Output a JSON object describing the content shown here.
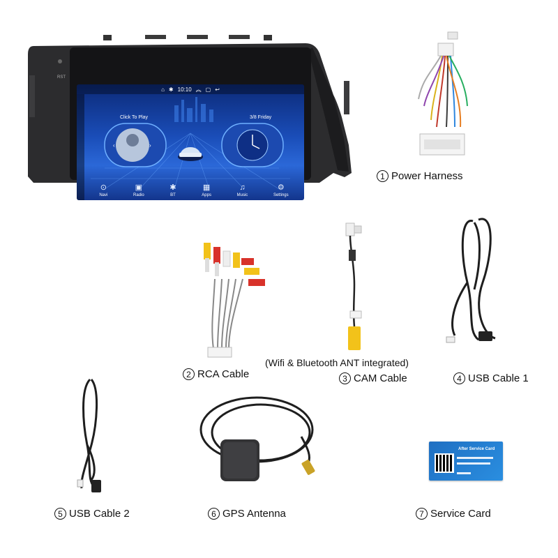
{
  "head_unit": {
    "status_time": "10:10",
    "card_left": "Click To Play",
    "card_right": "3/8 Friday",
    "apps": [
      {
        "label": "Navi",
        "icon": "location-icon"
      },
      {
        "label": "Radio",
        "icon": "radio-icon"
      },
      {
        "label": "BT",
        "icon": "bluetooth-icon"
      },
      {
        "label": "Apps",
        "icon": "apps-grid-icon"
      },
      {
        "label": "Music",
        "icon": "music-note-icon"
      },
      {
        "label": "Settings",
        "icon": "gear-icon"
      }
    ]
  },
  "captions": {
    "power_harness": {
      "num": "1",
      "label": "Power Harness"
    },
    "rca_cable": {
      "num": "2",
      "label": "RCA Cable"
    },
    "cam_cable": {
      "num": "3",
      "label": "CAM Cable"
    },
    "usb_cable_1": {
      "num": "4",
      "label": "USB Cable 1"
    },
    "usb_cable_2": {
      "num": "5",
      "label": "USB Cable 2"
    },
    "gps_antenna": {
      "num": "6",
      "label": "GPS Antenna"
    },
    "service_card": {
      "num": "7",
      "label": "Service Card"
    }
  },
  "notes": {
    "wifi_bt": "(Wifi & Bluetooth ANT integrated)"
  },
  "service_card": {
    "title": "After Service Card"
  },
  "colors": {
    "screen_blue": "#1a4db8",
    "bezel": "#2a2a2c",
    "rca_red": "#d8322a",
    "rca_yellow": "#f2c21a",
    "rca_white": "#eeeeee",
    "card_blue": "#1f6fc2"
  }
}
